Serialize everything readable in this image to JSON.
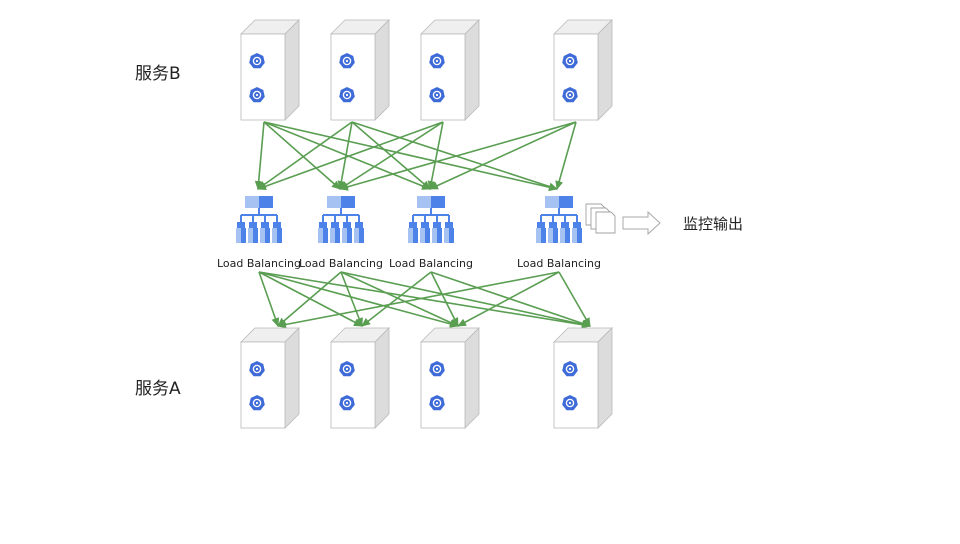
{
  "labels": {
    "service_b": "服务B",
    "service_a": "服务A",
    "monitor_output": "监控输出"
  },
  "load_balancers": [
    {
      "label": "Load Balancing"
    },
    {
      "label": "Load Balancing"
    },
    {
      "label": "Load Balancing"
    },
    {
      "label": "Load Balancing"
    }
  ],
  "service_b_servers": 4,
  "service_a_servers": 4,
  "colors": {
    "arrow": "#5a9e52",
    "server_front": "#ffffff",
    "server_side": "#dcdcdc",
    "server_top": "#efefef",
    "server_stroke": "#b9b9b9",
    "kube_blue": "#3f6bd8",
    "lb_dark": "#4d82e8",
    "lb_light": "#a6c2f2"
  },
  "icons": {
    "pod": "kubernetes-icon",
    "lb": "load-balancing-icon",
    "docs": "documents-icon",
    "arrow": "hollow-arrow-right-icon"
  }
}
